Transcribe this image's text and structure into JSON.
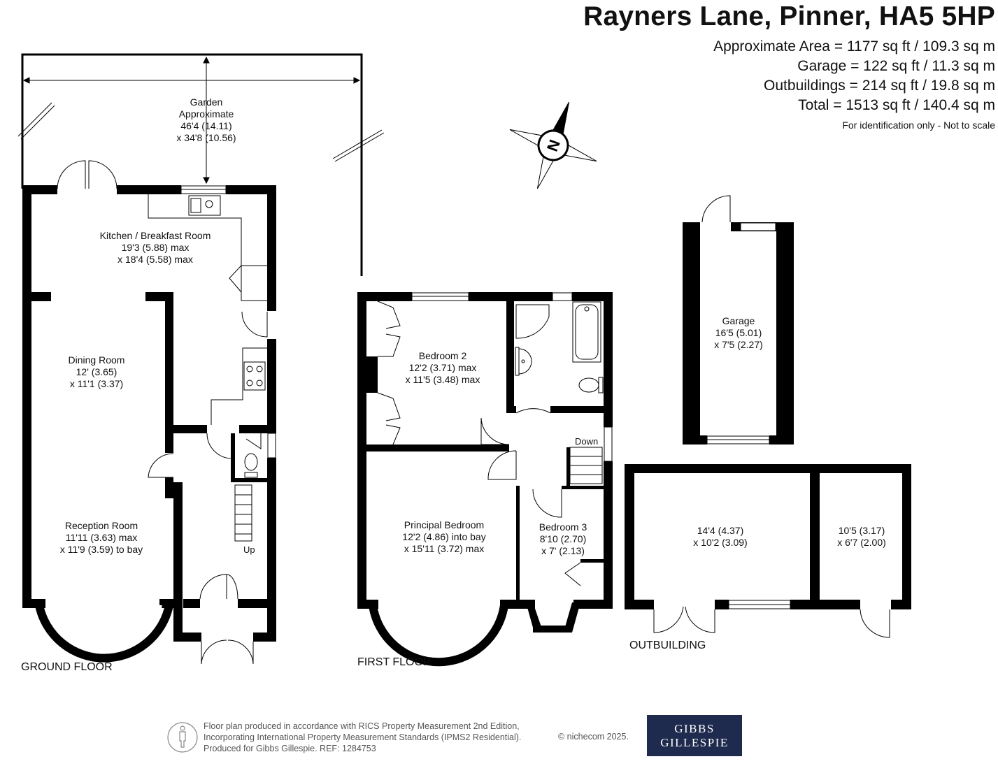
{
  "header": {
    "title": "Rayners Lane, Pinner, HA5 5HP",
    "areas": [
      "Approximate Area = 1177 sq ft / 109.3 sq m",
      "Garage = 122 sq ft / 11.3 sq m",
      "Outbuildings = 214 sq ft / 19.8 sq m",
      "Total = 1513 sq ft / 140.4 sq m"
    ],
    "disclaimer": "For identification only - Not to scale"
  },
  "compass": {
    "letter": "N"
  },
  "ground_floor": {
    "label": "GROUND FLOOR",
    "garden": [
      "Garden",
      "Approximate",
      "46'4 (14.11)",
      "x 34'8 (10.56)"
    ],
    "kitchen": [
      "Kitchen / Breakfast Room",
      "19'3 (5.88) max",
      "x 18'4 (5.58) max"
    ],
    "dining": [
      "Dining Room",
      "12' (3.65)",
      "x 11'1 (3.37)"
    ],
    "reception": [
      "Reception Room",
      "11'11 (3.63) max",
      "x 11'9 (3.59) to bay"
    ],
    "stairs": "Up"
  },
  "first_floor": {
    "label": "FIRST FLOOR",
    "bedroom2": [
      "Bedroom 2",
      "12'2 (3.71) max",
      "x 11'5 (3.48) max"
    ],
    "principal": [
      "Principal Bedroom",
      "12'2 (4.86) into bay",
      "x 15'11 (3.72) max"
    ],
    "bedroom3": [
      "Bedroom 3",
      "8'10 (2.70)",
      "x 7' (2.13)"
    ],
    "stairs": "Down"
  },
  "garage": {
    "lines": [
      "Garage",
      "16'5 (5.01)",
      "x 7'5 (2.27)"
    ]
  },
  "outbuilding": {
    "label": "OUTBUILDING",
    "room1": [
      "14'4 (4.37)",
      "x 10'2 (3.09)"
    ],
    "room2": [
      "10'5 (3.17)",
      "x 6'7 (2.00)"
    ]
  },
  "footer": {
    "lines": [
      "Floor plan produced in accordance with RICS Property Measurement 2nd Edition,",
      "Incorporating International Property Measurement Standards (IPMS2 Residential).",
      "Produced for Gibbs Gillespie.   REF:  1284753"
    ],
    "copyright": "© nichecom 2025.",
    "logo": [
      "GIBBS",
      "GILLESPIE"
    ]
  },
  "colors": {
    "wall": "#000000",
    "logo_bg": "#1f2b4e"
  }
}
